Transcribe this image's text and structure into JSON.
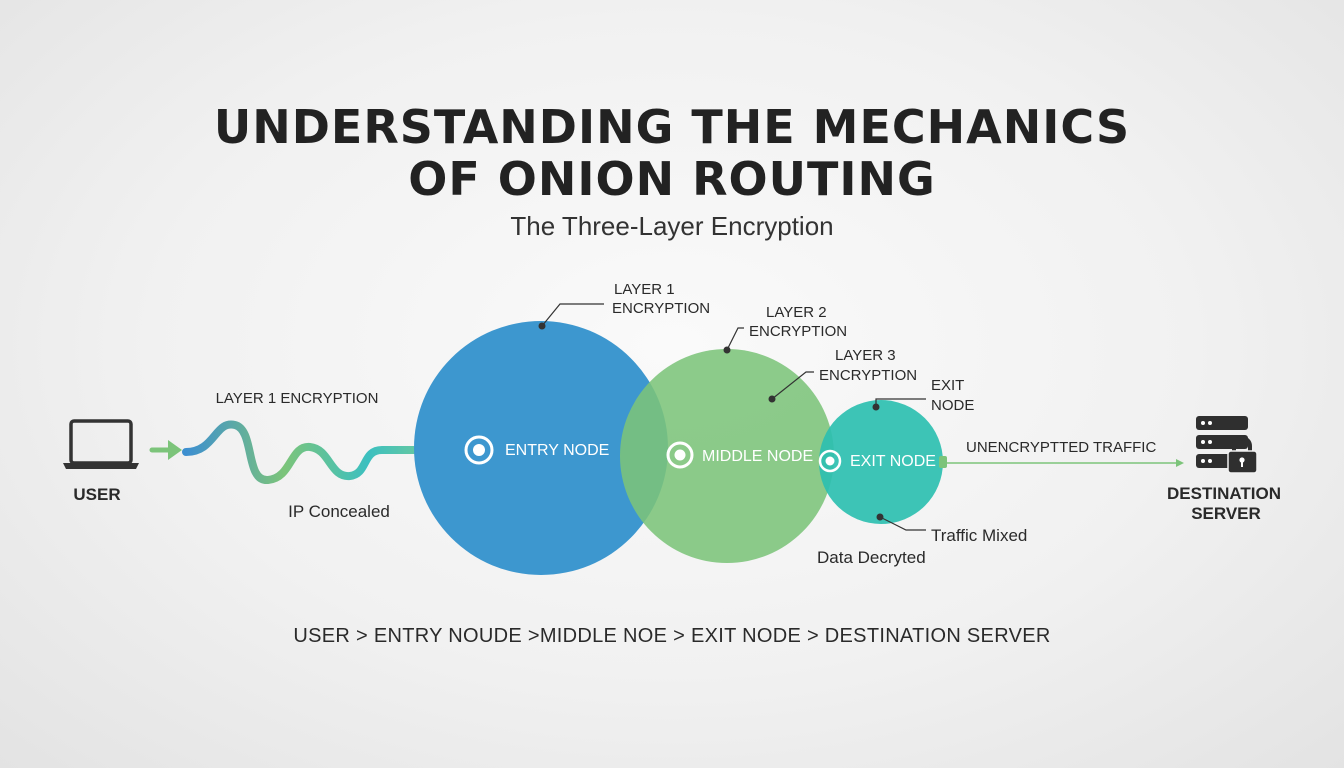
{
  "title": {
    "line1": "UNDERSTANDING THE MECHANICS",
    "line2": "OF ONION ROUTING",
    "subtitle": "The Three-Layer Encryption"
  },
  "user": {
    "label": "USER",
    "icon": "laptop-icon"
  },
  "path_labels": {
    "layer1_encryption": "LAYER 1 ENCRYPTION",
    "ip_concealed": "IP Concealed"
  },
  "nodes": {
    "entry": {
      "label": "ENTRY NODE",
      "color": "#3d97cf"
    },
    "middle": {
      "label": "MIDDLE NODE",
      "color": "#7cc47a"
    },
    "exit": {
      "label": "EXIT NODE",
      "color": "#2dbfb0"
    }
  },
  "callouts": {
    "layer1_l1": "LAYER 1",
    "layer1_l2": "ENCRYPTION",
    "layer2_l1": "LAYER 2",
    "layer2_l2": "ENCRYPTION",
    "layer3_l1": "LAYER 3",
    "layer3_l2": "ENCRYPTION",
    "exit_l1": "EXIT",
    "exit_l2": "NODE",
    "traffic_mixed": "Traffic Mixed",
    "data_decrypted": "Data Decryted"
  },
  "destination": {
    "traffic_label": "UNENCRYPTTED TRAFFIC",
    "label_l1": "DESTINATION",
    "label_l2": "SERVER",
    "icon": "server-lock-icon"
  },
  "route": "USER > ENTRY NOUDE >MIDDLE NOE > EXIT NODE > DESTINATION SERVER",
  "colors": {
    "entry_blue": "#3d97cf",
    "middle_green": "#7cc47a",
    "exit_teal": "#2dbfb0",
    "text_dark": "#222222"
  }
}
